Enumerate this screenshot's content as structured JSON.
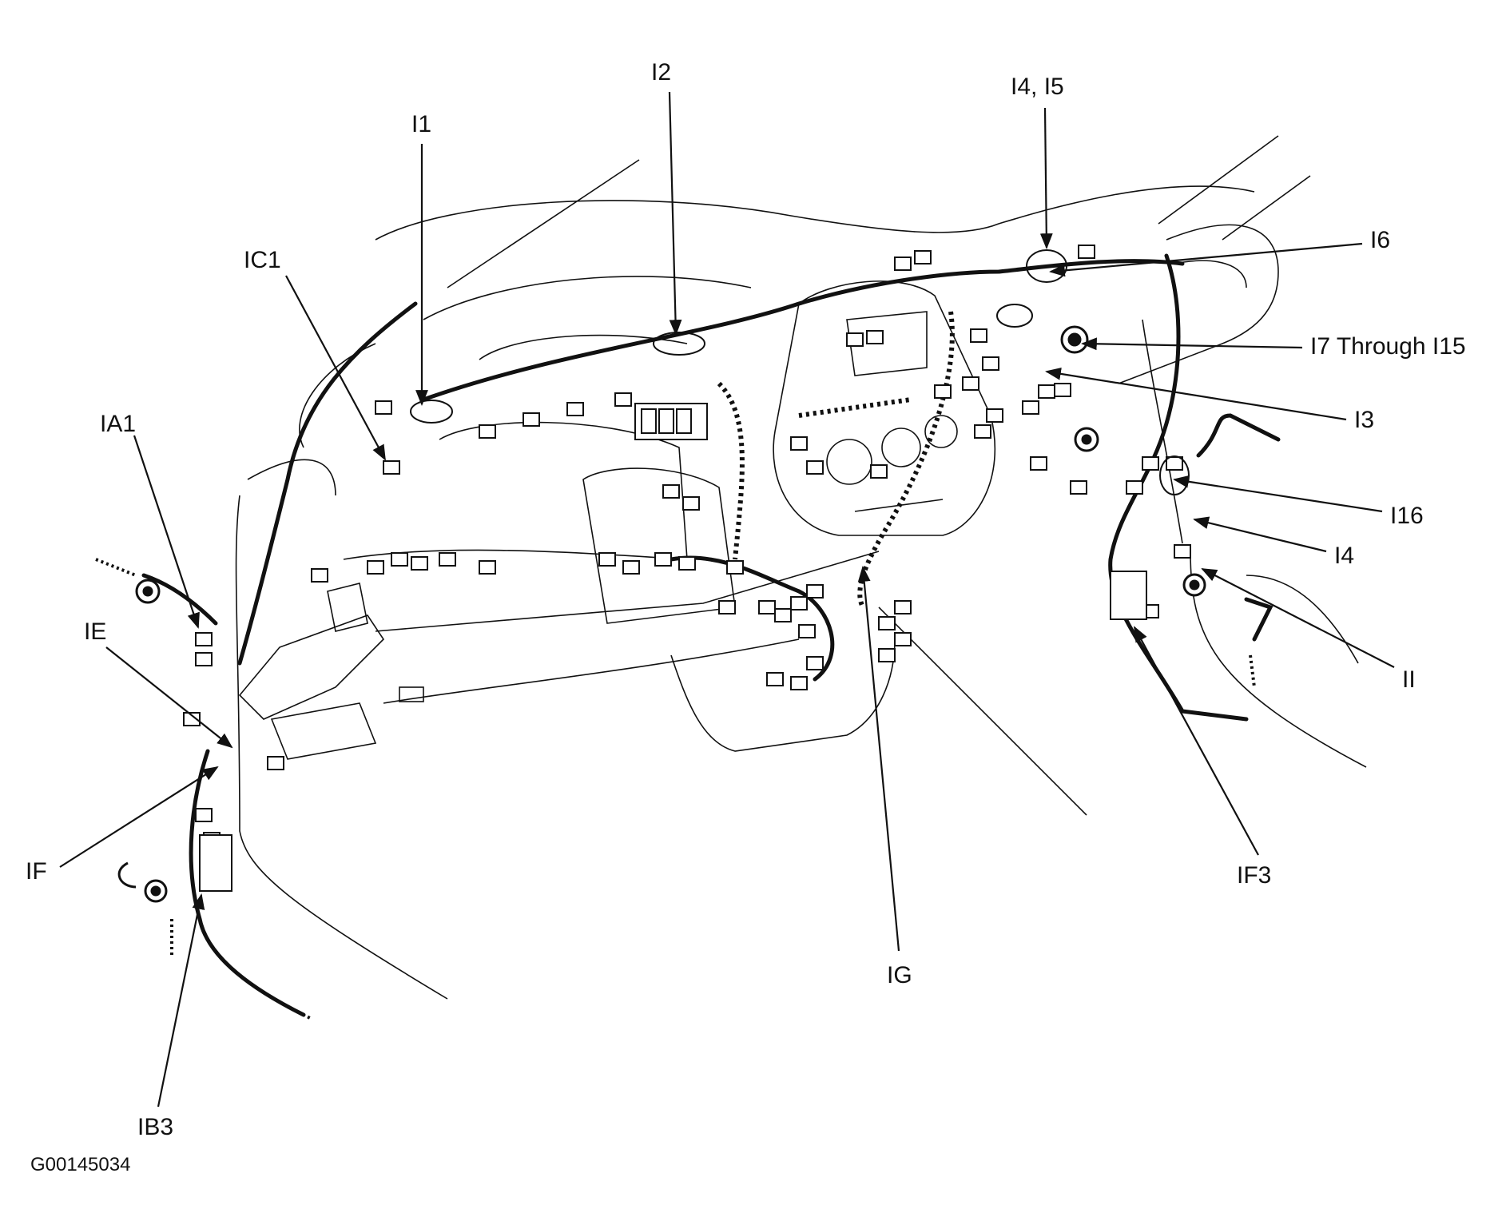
{
  "diagram": {
    "labels": {
      "I1": "I1",
      "I2": "I2",
      "I4_I5": "I4, I5",
      "I6": "I6",
      "I7_I15": "I7 Through I15",
      "I3": "I3",
      "I16": "I16",
      "I4": "I4",
      "II": "II",
      "IF3": "IF3",
      "IG": "IG",
      "IC1": "IC1",
      "IA1": "IA1",
      "IE": "IE",
      "IF": "IF",
      "IB3": "IB3"
    },
    "figure_code": "G00145034",
    "colors": {
      "ink": "#111111",
      "background": "#ffffff"
    }
  }
}
